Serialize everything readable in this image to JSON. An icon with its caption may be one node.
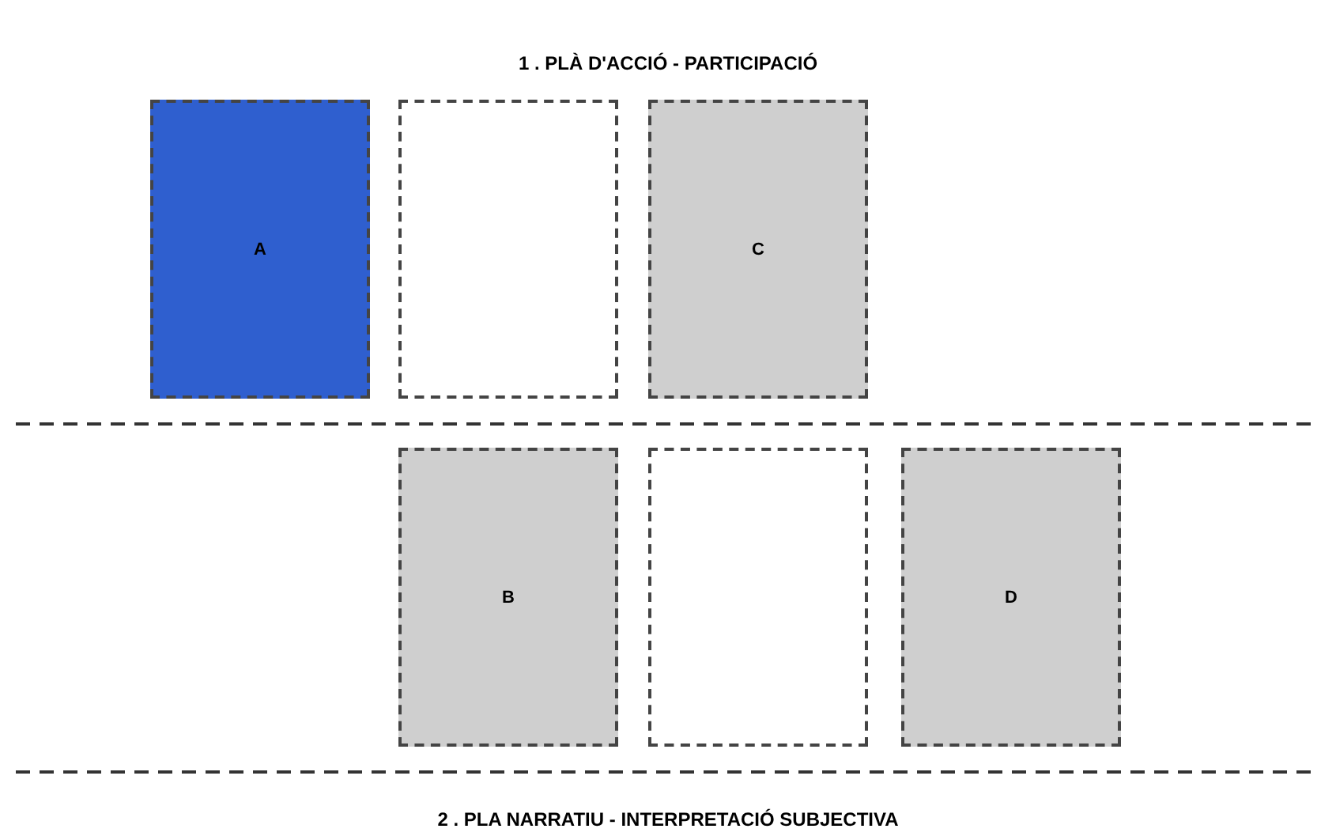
{
  "diagram": {
    "title": "1 . PLÀ D'ACCIÓ  - PARTICIPACIÓ",
    "caption": "2 . PLA NARRATIU - INTERPRETACIÓ SUBJECTIVA",
    "nodes": [
      {
        "text": [
          "A"
        ]
      },
      {
        "text": [],
        "shape": "box"
      },
      {
        "text": [
          "C"
        ]
      },
      {
        "text": [
          "B"
        ]
      },
      {
        "text": [],
        "shape": "box"
      },
      {
        "text": [
          "D"
        ]
      }
    ]
  }
}
